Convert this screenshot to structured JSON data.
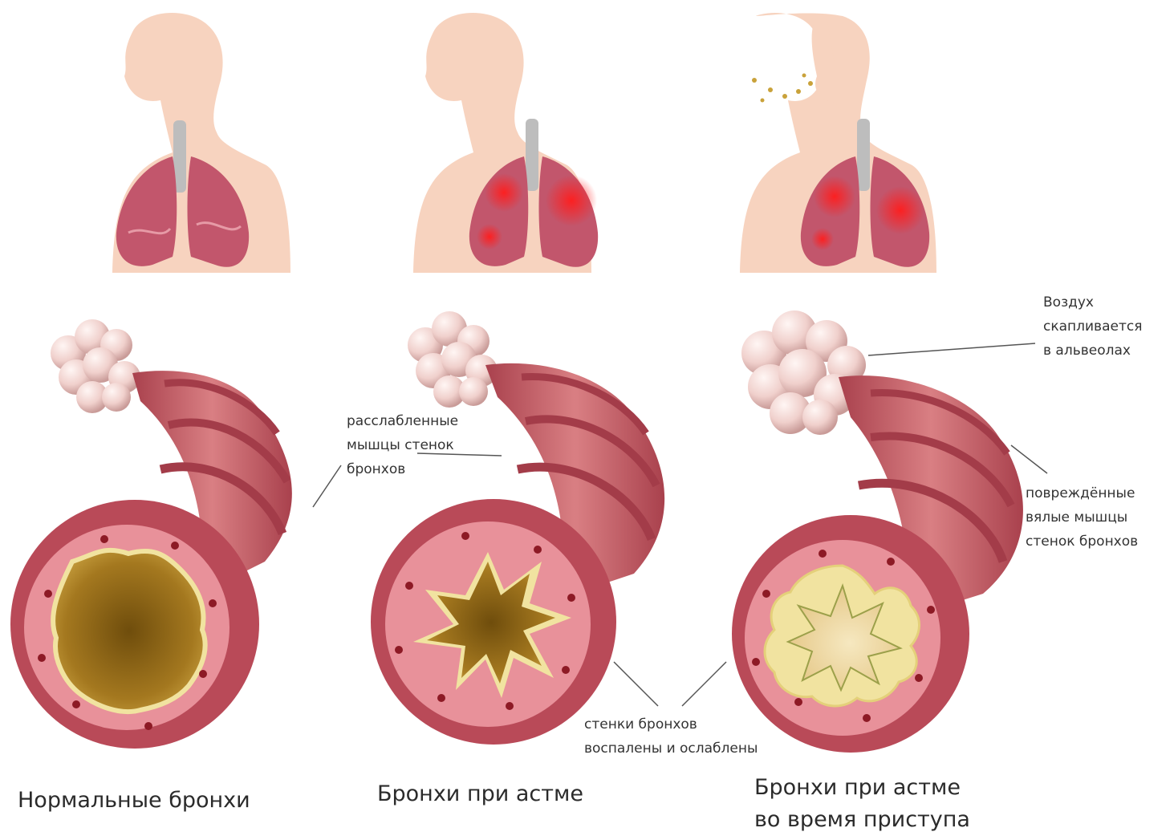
{
  "labels": {
    "relaxed_muscles": "расслабленные\nмышцы стенок\nбронхов",
    "air_accumulates": "Воздух\nскапливается\nв альвеолах",
    "damaged_muscles": "повреждённые\nвялые мышцы\nстенок бронхов",
    "inflamed_walls": "стенки бронхов\nвоспалены и ослаблены"
  },
  "captions": {
    "normal": "Нормальные бронхи",
    "asthma": "Бронхи при астме",
    "attack": "Бронхи при астме\nво время приступа"
  },
  "colors": {
    "skin": "#f7d3bf",
    "lung": "#c2566c",
    "inflammation": "#e31b23",
    "bronchus_outer": "#c9656d",
    "bronchus_ring": "#b84a57",
    "bronchus_inner": "#e8919a",
    "lumen": "#a47a1e",
    "mucosa": "#f1e3a0",
    "alveoli": "#f0d2d0",
    "vessel_dot": "#8d1a25"
  }
}
